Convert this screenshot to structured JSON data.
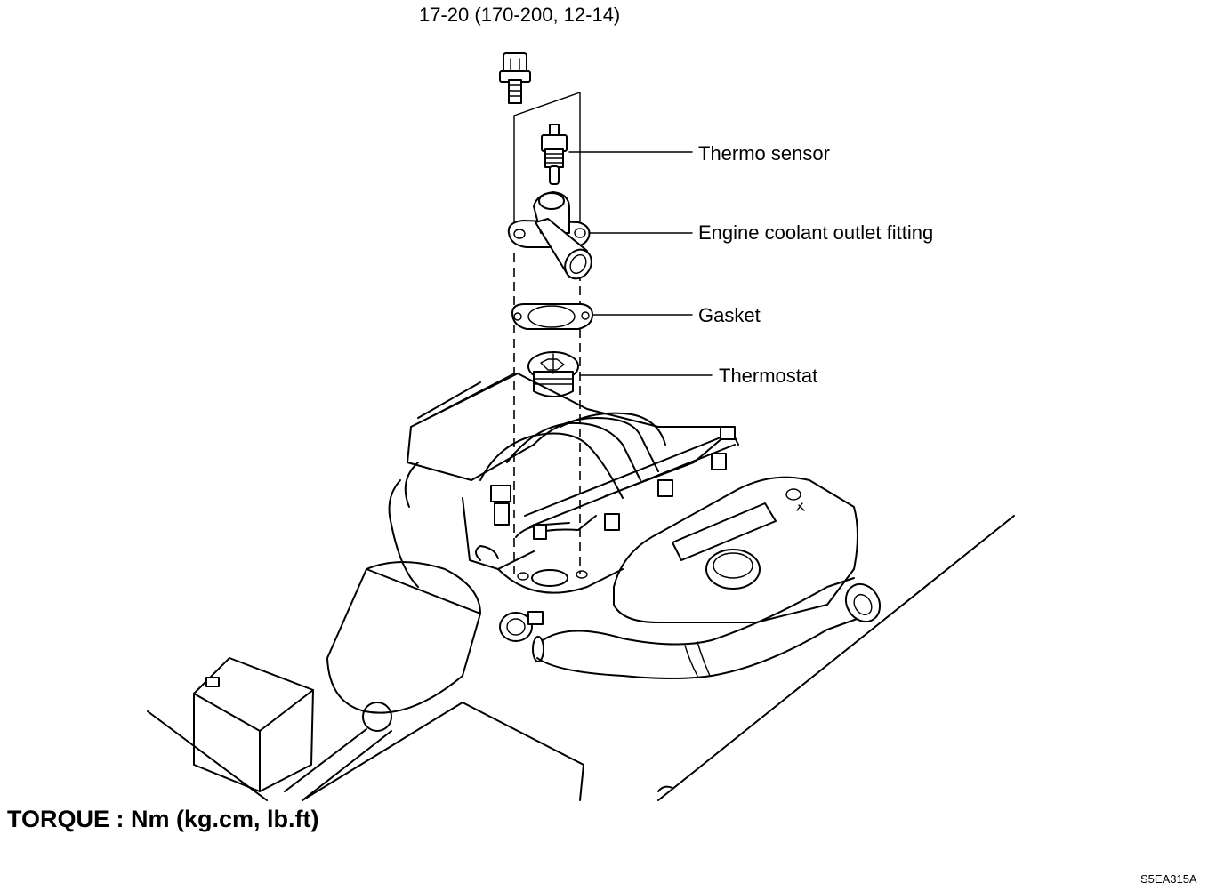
{
  "torque_spec": "17-20 (170-200, 12-14)",
  "callouts": {
    "thermo_sensor": "Thermo sensor",
    "outlet_fitting": "Engine coolant outlet fitting",
    "gasket": "Gasket",
    "thermostat": "Thermostat"
  },
  "legend": "TORQUE : Nm (kg.cm, lb.ft)",
  "figure_code": "S5EA315A"
}
